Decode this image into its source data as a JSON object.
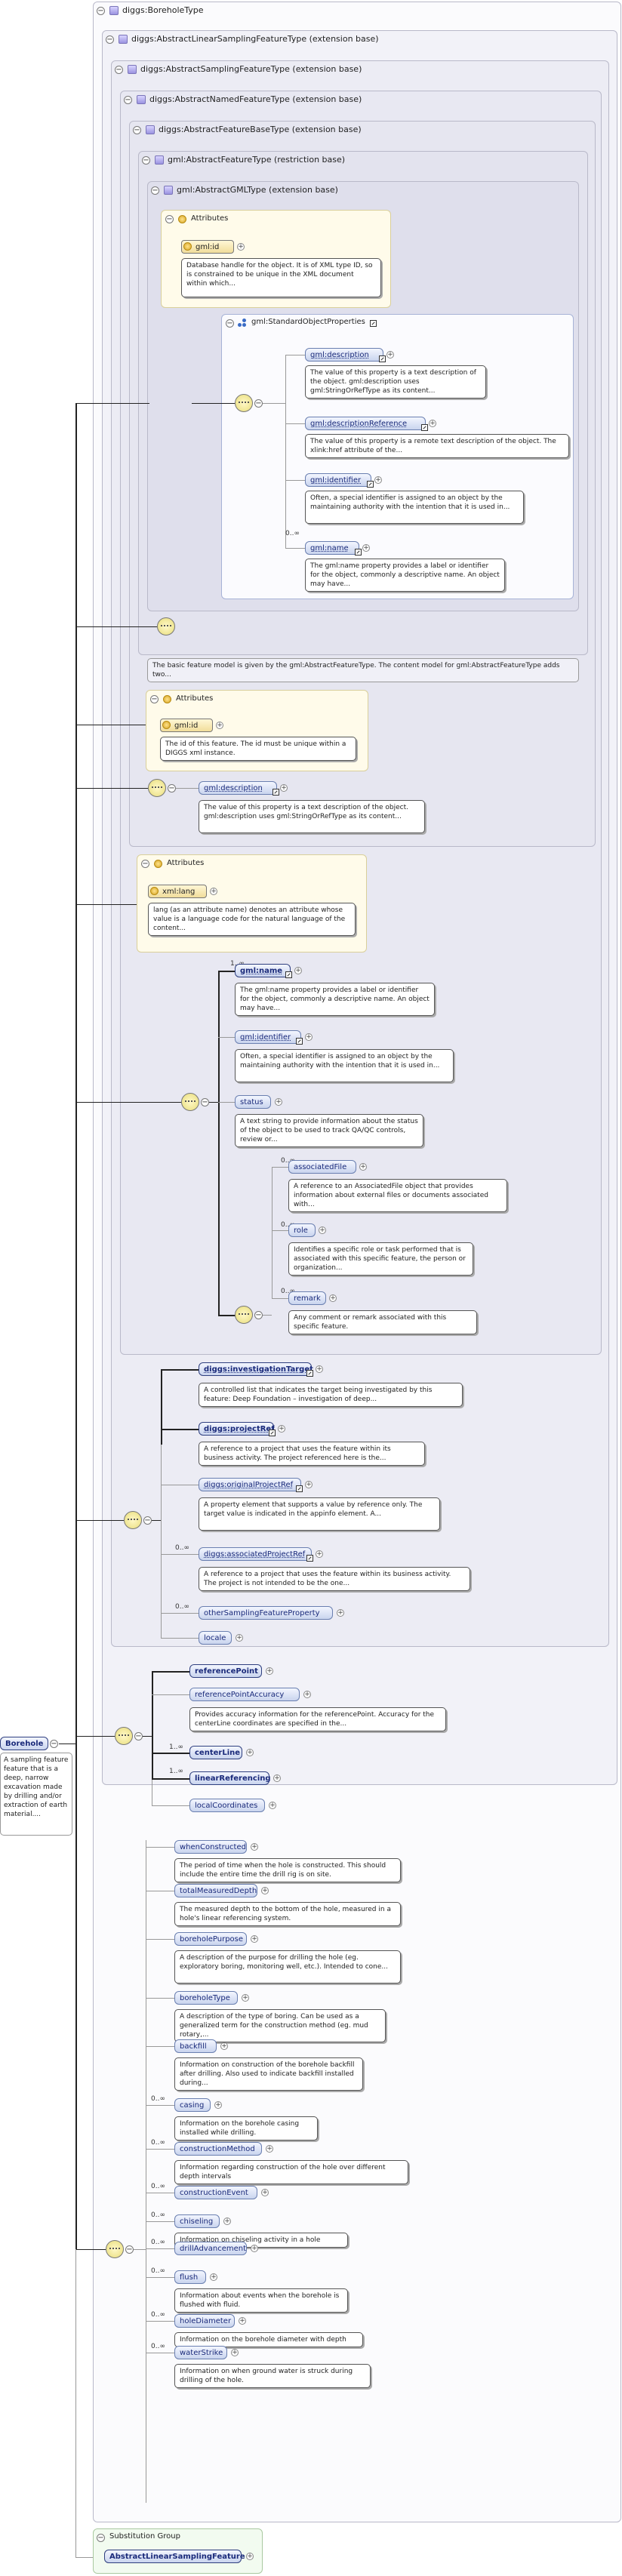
{
  "root": {
    "name": "diggs:BoreholeType",
    "element": "Borehole",
    "element_desc": "A sampling feature feature that is a deep, narrow excavation made by drilling and/or extraction of earth material...."
  },
  "ext": {
    "linear": "diggs:AbstractLinearSamplingFeatureType (extension base)",
    "sampling": "diggs:AbstractSamplingFeatureType (extension base)",
    "named": "diggs:AbstractNamedFeatureType (extension base)",
    "featurebase": "diggs:AbstractFeatureBaseType (extension base)",
    "gmlfeature": "gml:AbstractFeatureType (restriction base)",
    "gmlgml": "gml:AbstractGMLType (extension base)"
  },
  "gml_type": {
    "attributes_label": "Attributes",
    "id_label": "gml:id",
    "id_desc": "Database handle for the object. It is of XML type ID, so is constrained to be unique in the XML document within which...",
    "group_label": "gml:StandardObjectProperties",
    "items": [
      {
        "name": "gml:description",
        "desc": "The value of this property is a text description of the object. gml:description uses gml:StringOrRefType as its content..."
      },
      {
        "name": "gml:descriptionReference",
        "desc": "The value of this property is a remote text description of the object. The xlink:href attribute of the..."
      },
      {
        "name": "gml:identifier",
        "desc": "Often, a special identifier is assigned to an object by the maintaining authority with the intention that it is used in..."
      },
      {
        "name": "gml:name",
        "mult": "0..∞",
        "desc": "The gml:name property provides a label or identifier for the object, commonly a descriptive name. An object may have..."
      }
    ]
  },
  "gml_feature_desc": "The basic feature model is given by the gml:AbstractFeatureType. The content model for gml:AbstractFeatureType adds two...",
  "featurebase": {
    "attributes_label": "Attributes",
    "id_label": "gml:id",
    "id_desc": "The id of this feature. The id must be unique within a DIGGS xml instance.",
    "desc_label": "gml:description",
    "desc_desc": "The value of this property is a text description of the object. gml:description uses gml:StringOrRefType as its content..."
  },
  "named": {
    "attributes_label": "Attributes",
    "lang_label": "xml:lang",
    "lang_desc": "lang (as an attribute name) denotes an attribute whose value is a language code for the natural language of the content...",
    "name_label": "gml:name",
    "name_mult": "1..∞",
    "name_desc": "The gml:name property provides a label or identifier for the object, commonly a descriptive name. An object may have...",
    "identifier_label": "gml:identifier",
    "identifier_desc": "Often, a special identifier is assigned to an object by the maintaining authority with the intention that it is used in...",
    "status_label": "status",
    "status_desc": "A text string to provide information about the status of the object to be used to track QA/QC controls, review or...",
    "assoc_label": "associatedFile",
    "assoc_mult": "0..∞",
    "assoc_desc": "A reference to an AssociatedFile object that provides information about external files or documents associated with...",
    "role_label": "role",
    "role_mult": "0..∞",
    "role_desc": "Identifies a specific role or task performed that is associated with this specific feature, the person or organization...",
    "remark_label": "remark",
    "remark_mult": "0..∞",
    "remark_desc": "Any comment or remark associated with this specific feature."
  },
  "sampling": [
    {
      "name": "diggs:investigationTarget",
      "desc": "A controlled list that indicates the target being investigated by this feature: Deep Foundation – investigation of deep..."
    },
    {
      "name": "diggs:projectRef",
      "desc": "A reference to a project that uses the feature within its business activity. The project referenced here is the..."
    },
    {
      "name": "diggs:originalProjectRef",
      "desc": "A property element that supports a value by reference only. The target value is indicated in the appinfo element. A..."
    },
    {
      "name": "diggs:associatedProjectRef",
      "mult": "0..∞",
      "desc": "A reference to a project that uses the feature within its business activity. The project is not intended to be the one..."
    },
    {
      "name": "otherSamplingFeatureProperty",
      "mult": "0..∞"
    },
    {
      "name": "locale"
    }
  ],
  "linear": [
    {
      "name": "referencePoint"
    },
    {
      "name": "referencePointAccuracy",
      "desc": "Provides accuracy information for the referencePoint. Accuracy for the centerLine coordinates are specified in the..."
    },
    {
      "name": "centerLine",
      "mult": "1..∞"
    },
    {
      "name": "linearReferencing",
      "mult": "1..∞"
    },
    {
      "name": "localCoordinates"
    }
  ],
  "borehole": [
    {
      "name": "whenConstructed",
      "desc": "The period of time when the hole is constructed. This should include the entire time the drill rig is on site."
    },
    {
      "name": "totalMeasuredDepth",
      "desc": "The measured depth to the bottom of the hole, measured in a hole's linear referencing system."
    },
    {
      "name": "boreholePurpose",
      "desc": "A description of the purpose for drilling the hole (eg. exploratory boring, monitoring well, etc.). Intended to cone..."
    },
    {
      "name": "boreholeType",
      "desc": "A description of the type of boring. Can be used as a generalized term for the construction method (eg. mud rotary,..."
    },
    {
      "name": "backfill",
      "desc": "Information on construction of the borehole backfill after drilling. Also used to indicate backfill installed during..."
    },
    {
      "name": "casing",
      "mult": "0..∞",
      "desc": "Information on the borehole casing installed while drilling."
    },
    {
      "name": "constructionMethod",
      "mult": "0..∞",
      "desc": "Information regarding construction of the hole over different depth intervals"
    },
    {
      "name": "constructionEvent",
      "mult": "0..∞"
    },
    {
      "name": "chiseling",
      "mult": "0..∞",
      "desc": "Information on chiseling activity in a hole"
    },
    {
      "name": "drillAdvancement",
      "mult": "0..∞"
    },
    {
      "name": "flush",
      "mult": "0..∞",
      "desc": "Information about events when the borehole is flushed with fluid."
    },
    {
      "name": "holeDiameter",
      "mult": "0..∞",
      "desc": "Information on the borehole diameter with depth"
    },
    {
      "name": "waterStrike",
      "mult": "0..∞",
      "desc": "Information on when ground water is struck during drilling of the hole."
    }
  ],
  "substitution": {
    "label": "Substitution Group",
    "item": "AbstractLinearSamplingFeature"
  }
}
